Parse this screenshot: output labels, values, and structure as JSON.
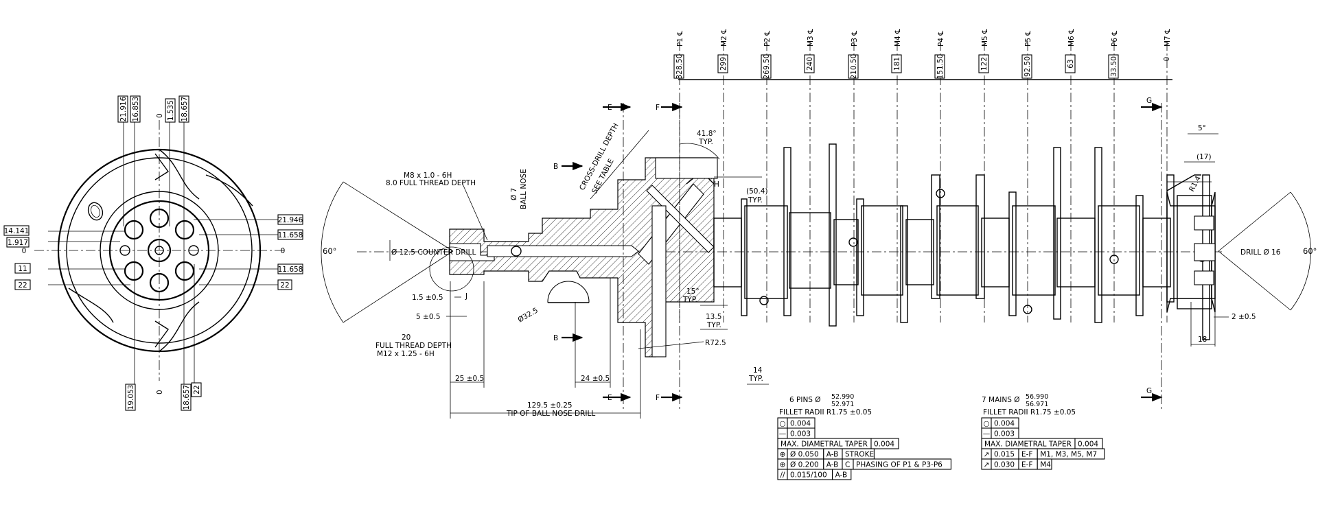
{
  "front_view": {
    "left_labels": [
      "14.141",
      "1.917",
      "0",
      "11",
      "22"
    ],
    "right_labels": [
      "21.946",
      "11.658",
      "0",
      "11.658",
      "22"
    ],
    "top_labels": [
      "21.916",
      "16.853",
      "0",
      "1.535",
      "18.657"
    ],
    "bottom_labels": [
      "19.053",
      "0",
      "18.657",
      "22"
    ]
  },
  "stations": [
    {
      "name": "P1",
      "value": "328.50"
    },
    {
      "name": "M2",
      "value": "299"
    },
    {
      "name": "P2",
      "value": "269.50"
    },
    {
      "name": "M3",
      "value": "240"
    },
    {
      "name": "P3",
      "value": "210.50"
    },
    {
      "name": "M4",
      "value": "181"
    },
    {
      "name": "P4",
      "value": "151.50"
    },
    {
      "name": "M5",
      "value": "122"
    },
    {
      "name": "P5",
      "value": "92.50"
    },
    {
      "name": "M6",
      "value": "63"
    },
    {
      "name": "P6",
      "value": "33.50"
    },
    {
      "name": "M7",
      "value": "0"
    }
  ],
  "cl_mark": "℄",
  "section_marks": {
    "e": "E",
    "f": "F",
    "b": "B",
    "g": "G",
    "h": "H",
    "j": "J"
  },
  "nose_notes": {
    "thread1": "M8 x 1.0 - 6H",
    "thread1_depth": "8.0 FULL THREAD DEPTH",
    "ball_dia": "Ø 7",
    "ball_nose": "BALL NOSE",
    "cross_drill_1": "CROSS-DRILL DEPTH",
    "cross_drill_2": "SEE TABLE",
    "angle_41": "41.8°",
    "typ": "TYP.",
    "dim_50": "(50.4)",
    "angle_60": "60°",
    "counter_drill": "Ø 12.5 COUNTER DRILL",
    "dim_1_5": "1.5 ±0.5",
    "dim_5": "5 ±0.5",
    "dia_32": "Ø32.5",
    "angle_15": "15°",
    "dim_13_5": "13.5",
    "r72": "R72.5",
    "dim_14": "14",
    "thread2_depth_val": "20",
    "thread2_depth": "FULL THREAD DEPTH",
    "thread2": "M12 x 1.25 - 6H",
    "dim_25": "25 ±0.5",
    "dim_24": "24 ±0.5",
    "dim_129": "129.5 ±0.25",
    "tip_note": "TIP OF BALL NOSE DRILL"
  },
  "tail_notes": {
    "angle_5": "5°",
    "dim_17": "(17)",
    "r14": "R1.4",
    "drill_16": "DRILL Ø 16",
    "angle_60": "60°",
    "dim_2": "2 ±0.5",
    "dim_18": "18"
  },
  "pins_spec": {
    "title": "6 PINS Ø",
    "tol_upper": "52.990",
    "tol_lower": "52.971",
    "fillet": "FILLET RADII R1.75 ±0.05",
    "rows": [
      {
        "sym": "○",
        "cells": [
          "0.004"
        ]
      },
      {
        "sym": "—",
        "cells": [
          "0.003"
        ]
      },
      {
        "sym": "",
        "cells": [
          "MAX. DIAMETRAL TAPER",
          "0.004"
        ]
      },
      {
        "sym": "⊕",
        "cells": [
          "Ø 0.050",
          "A-B",
          "STROKE"
        ]
      },
      {
        "sym": "⊕",
        "cells": [
          "Ø 0.200",
          "A-B",
          "C",
          "PHASING OF P1 & P3-P6"
        ]
      },
      {
        "sym": "//",
        "cells": [
          "0.015/100",
          "A-B"
        ]
      }
    ]
  },
  "mains_spec": {
    "title": "7 MAINS Ø",
    "tol_upper": "56.990",
    "tol_lower": "56.971",
    "fillet": "FILLET RADII R1.75 ±0.05",
    "rows": [
      {
        "sym": "○",
        "cells": [
          "0.004"
        ]
      },
      {
        "sym": "—",
        "cells": [
          "0.003"
        ]
      },
      {
        "sym": "",
        "cells": [
          "MAX. DIAMETRAL TAPER",
          "0.004"
        ]
      },
      {
        "sym": "↗",
        "cells": [
          "0.015",
          "E-F",
          "M1, M3, M5, M7"
        ]
      },
      {
        "sym": "↗",
        "cells": [
          "0.030",
          "E-F",
          "M4"
        ]
      }
    ]
  }
}
